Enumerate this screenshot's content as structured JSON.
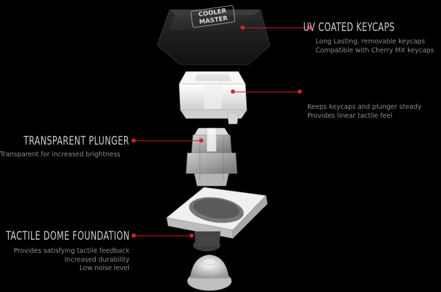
{
  "accent_color": "#e01e2b",
  "keycap_logo": [
    "COOLER",
    "MASTER"
  ],
  "callouts": {
    "keycaps": {
      "title": "UV COATED KEYCAPS",
      "lines": [
        "Long Lasting, removable keycaps",
        "Compatible with Cherry MX keycaps"
      ]
    },
    "housing": {
      "lines": [
        "Keeps keycaps and plunger steady",
        "Provides linear tactile feel"
      ]
    },
    "plunger": {
      "title": "TRANSPARENT PLUNGER",
      "lines": [
        "Transparent for increased brightness"
      ]
    },
    "dome": {
      "title": "TACTILE DOME FOUNDATION",
      "lines": [
        "Provides satisfying tactile feedback",
        "Increased durability",
        "Low noise level"
      ]
    }
  }
}
